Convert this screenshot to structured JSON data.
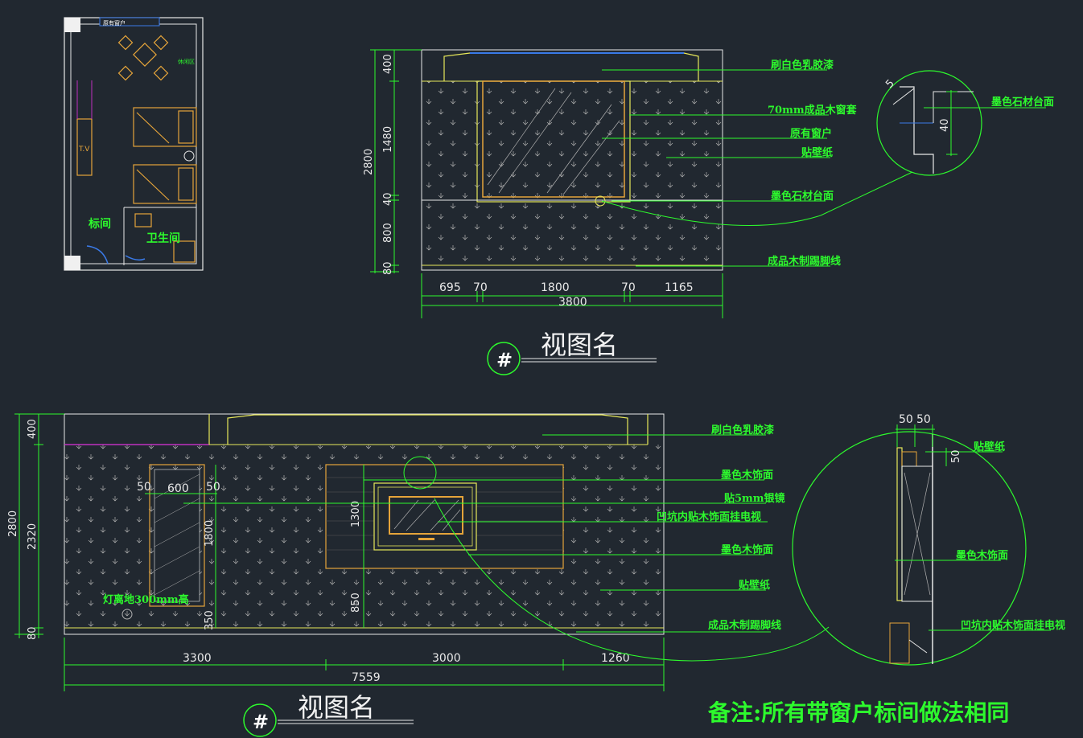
{
  "plan": {
    "room_label": "标间",
    "bath_label": "卫生间",
    "tv_label": "T.V",
    "dining_label": "休闲区",
    "window_note": "原有窗户"
  },
  "elev1": {
    "dims_vertical": [
      "400",
      "1480",
      "40",
      "800",
      "80"
    ],
    "total_height": "2800",
    "dims_horizontal": [
      "695",
      "70",
      "1800",
      "70",
      "1165"
    ],
    "total_width": "3800",
    "labels": [
      "刷白色乳胶漆",
      "70mm成品木窗套",
      "原有窗户",
      "贴壁纸",
      "墨色石材台面",
      "成品木制踢脚线"
    ],
    "view_title": "视图名",
    "view_symbol": "#"
  },
  "detail1": {
    "label": "墨色石材台面",
    "dim_40": "40",
    "dim_5": "5"
  },
  "elev2": {
    "dims_vertical": [
      "400",
      "2320",
      "80"
    ],
    "total_height": "2800",
    "mirror_dims": [
      "50",
      "600",
      "50",
      "1800",
      "350"
    ],
    "tv_dims": [
      "1300",
      "850"
    ],
    "dims_horizontal": [
      "3300",
      "3000",
      "1260"
    ],
    "total_width": "7559",
    "lamp_note": "灯离地300mm高",
    "labels": [
      "刷白色乳胶漆",
      "墨色木饰面",
      "贴5mm银镜",
      "凹坑内贴木饰面挂电视",
      "墨色木饰面",
      "贴壁纸",
      "成品木制踢脚线"
    ],
    "view_title": "视图名",
    "view_symbol": "#"
  },
  "detail2": {
    "dims_top": [
      "50",
      "50"
    ],
    "dim_side": "50",
    "labels": [
      "贴壁纸",
      "墨色木饰面",
      "凹坑内贴木饰面挂电视"
    ]
  },
  "footnote": "备注:所有带窗户标间做法相同",
  "colors": {
    "bg": "#212830",
    "green": "#2dfa2d",
    "yellow": "#e8e85a",
    "orange": "#e5a43a",
    "white": "#e8e8e8",
    "magenta": "#c030c0",
    "blue": "#3a7ae8"
  }
}
